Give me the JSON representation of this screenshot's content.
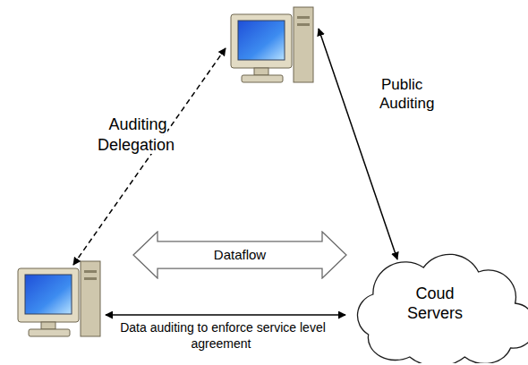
{
  "diagram": {
    "nodes": [
      {
        "text": [
          "Dataflow"
        ]
      },
      {
        "text": [
          "Coud Servers"
        ]
      }
    ],
    "labels": [
      "Auditing Delegation",
      "Public Auditing",
      "Data auditing to enforce service level agreement"
    ]
  }
}
